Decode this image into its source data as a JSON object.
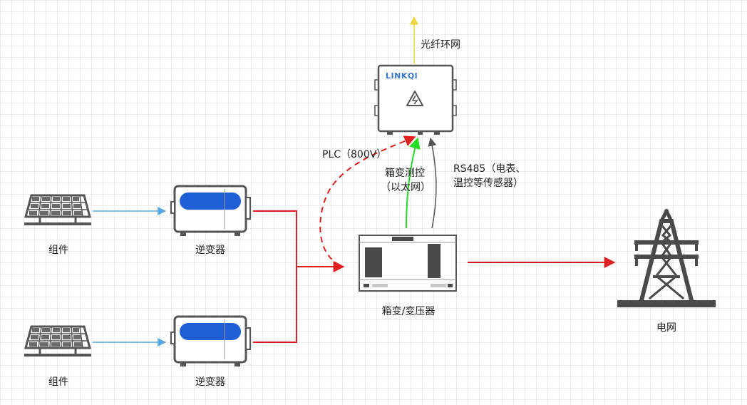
{
  "nodes": {
    "panel_top": {
      "label": "组件"
    },
    "panel_bottom": {
      "label": "组件"
    },
    "inverter_top": {
      "label": "逆变器"
    },
    "inverter_bottom": {
      "label": "逆变器"
    },
    "transformer": {
      "label": "箱变/变压器"
    },
    "controller": {
      "brand": "LINKQI"
    },
    "grid": {
      "label": "电网"
    }
  },
  "edges": {
    "fiber": {
      "label": "光纤环网",
      "color": "#f2d640"
    },
    "plc": {
      "label": "PLC（800V）",
      "color": "#e02020"
    },
    "ethernet": {
      "label_line1": "箱变测控",
      "label_line2": "（以太网）",
      "color": "#22dd22"
    },
    "rs485": {
      "label_line1": "RS485（电表、",
      "label_line2": "温控等传感器）",
      "color": "#555555"
    },
    "dc": {
      "color": "#5aa9e6"
    },
    "ac": {
      "color": "#e02020"
    }
  },
  "colors": {
    "device_stroke": "#555555",
    "inverter_panel": "#1f5fd6",
    "dark_gray": "#4a4a4a"
  },
  "icons": {
    "panel": "solar-panel-icon",
    "inverter": "inverter-icon",
    "transformer": "box-transformer-icon",
    "controller": "controller-box-icon",
    "warning": "high-voltage-warning-icon",
    "grid": "transmission-tower-icon"
  }
}
